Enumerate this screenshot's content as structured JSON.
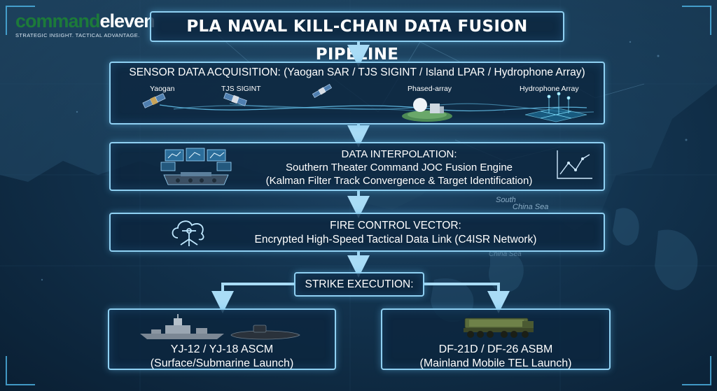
{
  "logo": {
    "word_part1": "command",
    "word_part2": "eleven",
    "tagline": "STRATEGIC INSIGHT. TACTICAL ADVANTAGE."
  },
  "title": "PLA NAVAL KILL-CHAIN DATA FUSION PIPELINE",
  "sensor_stage": {
    "title": "SENSOR DATA ACQUISITION: (Yaogan SAR / TJS SIGINT / Island LPAR / Hydrophone Array)",
    "labels": [
      "Yaogan",
      "TJS SIGINT",
      "Phased-array",
      "Hydrophone Array"
    ]
  },
  "interpolation_stage": {
    "line1": "DATA INTERPOLATION:",
    "line2": "Southern Theater Command JOC Fusion Engine",
    "line3": "(Kalman Filter Track Convergence & Target Identification)"
  },
  "fire_control_stage": {
    "line1": "FIRE CONTROL VECTOR:",
    "line2": "Encrypted High-Speed Tactical Data Link (C4ISR Network)"
  },
  "strike_stage": {
    "title": "STRIKE EXECUTION:",
    "left": {
      "line1": "YJ-12 / YJ-18 ASCM",
      "line2": "(Surface/Submarine Launch)"
    },
    "right": {
      "line1": "DF-21D / DF-26 ASBM",
      "line2": "(Mainland Mobile TEL Launch)"
    }
  },
  "map_labels": {
    "south_china_sea_1": "South",
    "south_china_sea_2": "China Sea",
    "faded": "China Sea"
  },
  "colors": {
    "accent": "#8fd0f2",
    "arrow": "#a9dcf6",
    "logo_green": "#1c7a3a",
    "background": "#12324d"
  }
}
